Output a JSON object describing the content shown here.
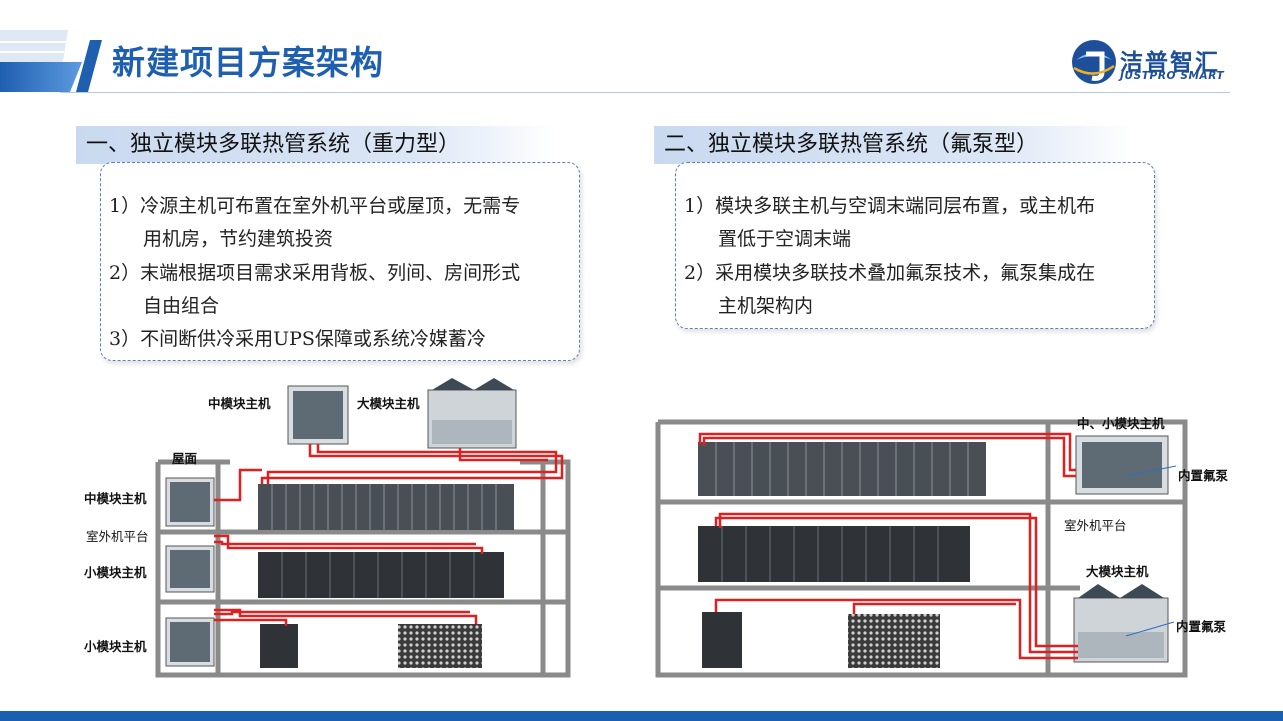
{
  "header": {
    "title": "新建项目方案架构",
    "logo_cn": "洁普智汇",
    "logo_en": "JUSTPRO SMART"
  },
  "left": {
    "heading": "一、独立模块多联热管系统（重力型）",
    "items": [
      {
        "line1": "1）冷源主机可布置在室外机平台或屋顶，无需专",
        "line2": "用机房，节约建筑投资"
      },
      {
        "line1": "2）末端根据项目需求采用背板、列间、房间形式",
        "line2": "自由组合"
      },
      {
        "line1": "3）不间断供冷采用UPS保障或系统冷媒蓄冷",
        "line2": ""
      }
    ],
    "labels": {
      "mid_top": "中模块主机",
      "large_top": "大模块主机",
      "roof": "屋面",
      "mid_side": "中模块主机",
      "platform": "室外机平台",
      "small1": "小模块主机",
      "small2": "小模块主机"
    }
  },
  "right": {
    "heading": "二、独立模块多联热管系统（氟泵型）",
    "items": [
      {
        "line1": "1）模块多联主机与空调末端同层布置，或主机布",
        "line2": "置低于空调末端"
      },
      {
        "line1": "2）采用模块多联技术叠加氟泵技术，氟泵集成在",
        "line2": "主机架构内"
      }
    ],
    "labels": {
      "mid_small": "中、小模块主机",
      "pump1": "内置氟泵",
      "platform": "室外机平台",
      "large": "大模块主机",
      "pump2": "内置氟泵"
    }
  },
  "colors": {
    "accent": "#1f5fb0",
    "pipe": "#e02020",
    "structure": "#8a8a8a",
    "bottom_bar": "#1a5fb2"
  }
}
